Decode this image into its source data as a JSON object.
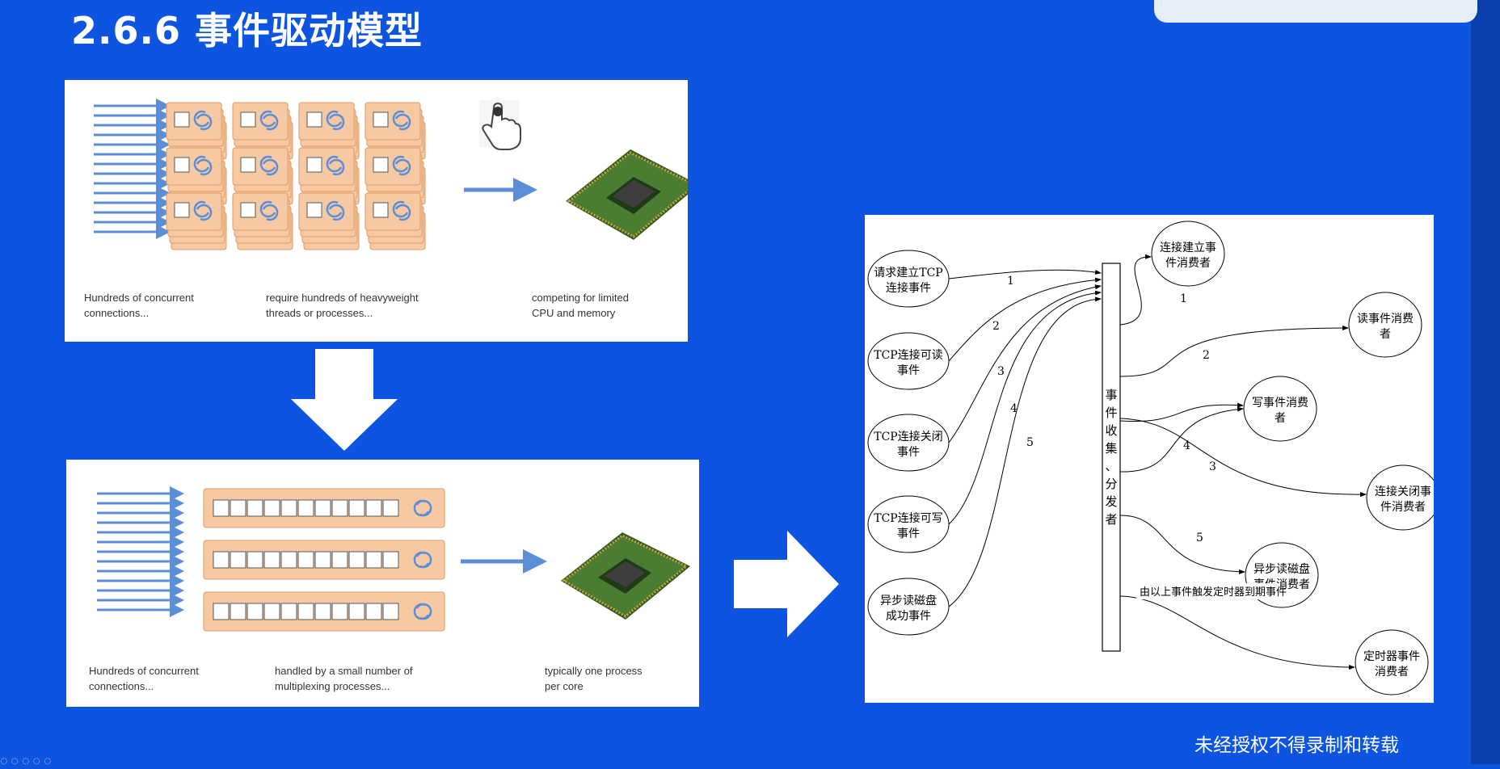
{
  "title": "2.6.6 事件驱动模型",
  "watermark": "未经授权不得录制和转载",
  "top_panel": {
    "captions": [
      "Hundreds of concurrent\nconnections...",
      "require hundreds of heavyweight\nthreads or processes...",
      "competing for limited\nCPU and memory"
    ]
  },
  "bottom_panel": {
    "captions": [
      "Hundreds of concurrent\nconnections...",
      "handled by a small number of\nmultiplexing processes...",
      "typically one process\nper core"
    ]
  },
  "diagram": {
    "center_label": "事件收集、分发者",
    "left_events": [
      {
        "line1": "请求建立TCP",
        "line2": "连接事件",
        "num": "1"
      },
      {
        "line1": "TCP连接可读",
        "line2": "事件",
        "num": "2"
      },
      {
        "line1": "TCP连接关闭",
        "line2": "事件",
        "num": "3"
      },
      {
        "line1": "TCP连接可写",
        "line2": "事件",
        "num": "4"
      },
      {
        "line1": "异步读磁盘",
        "line2": "成功事件",
        "num": "5"
      }
    ],
    "consumers": [
      {
        "line1": "连接建立事",
        "line2": "件消费者",
        "num": "1"
      },
      {
        "line1": "读事件消费",
        "line2": "者",
        "num": "2"
      },
      {
        "line1": "写事件消费",
        "line2": "者",
        "num": "4"
      },
      {
        "line1": "连接关闭事",
        "line2": "件消费者",
        "num": "3"
      },
      {
        "line1": "异步读磁盘",
        "line2": "事件消费者",
        "num": "5"
      },
      {
        "line1": "定时器事件",
        "line2": "消费者",
        "num": ""
      }
    ],
    "timer_note": "由以上事件触发定时器到期事件"
  },
  "colors": {
    "background": "#0d55e0",
    "arrow_blue": "#5b8ed6",
    "thread_orange": "#f6c9a3",
    "thread_border": "#e09a66",
    "chip_green": "#3d6b2a"
  }
}
